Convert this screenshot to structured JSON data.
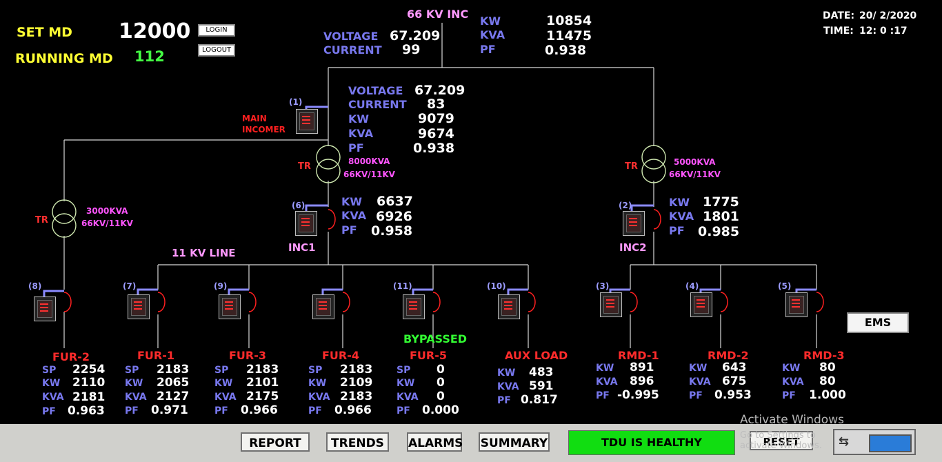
{
  "header": {
    "set_md_label": "SET MD",
    "set_md_value": "12000",
    "running_md_label": "RUNNING MD",
    "running_md_value": "112",
    "login_label": "LOGIN",
    "logout_label": "LOGOUT",
    "date_label": "DATE:",
    "date_value": "20/ 2/2020",
    "time_label": "TIME:",
    "time_value": "12:  0 :17"
  },
  "main_bus": {
    "title": "66 KV INC",
    "voltage_label": "VOLTAGE",
    "voltage": "67.209",
    "current_label": "CURRENT",
    "current": "99",
    "kw_label": "KW",
    "kw": "10854",
    "kva_label": "KVA",
    "kva": "11475",
    "pf_label": "PF",
    "pf": "0.938"
  },
  "main_incomer": {
    "index": "(1)",
    "label": "MAIN\nINCOMER",
    "label_line1": "MAIN",
    "label_line2": "INCOMER",
    "voltage_label": "VOLTAGE",
    "voltage": "67.209",
    "current_label": "CURRENT",
    "current": "83",
    "kw_label": "KW",
    "kw": "9079",
    "kva_label": "KVA",
    "kva": "9674",
    "pf_label": "PF",
    "pf": "0.938"
  },
  "transformers": {
    "tr_label": "TR",
    "tr1_rating": "8000KVA",
    "tr1_ratio": "66KV/11KV",
    "tr2_rating": "5000KVA",
    "tr2_ratio": "66KV/11KV",
    "tr3_rating": "3000KVA",
    "tr3_ratio": "66KV/11KV"
  },
  "inc1": {
    "index": "(6)",
    "name": "INC1",
    "kw_label": "KW",
    "kw": "6637",
    "kva_label": "KVA",
    "kva": "6926",
    "pf_label": "PF",
    "pf": "0.958"
  },
  "inc2": {
    "index": "(2)",
    "name": "INC2",
    "kw_label": "KW",
    "kw": "1775",
    "kva_label": "KVA",
    "kva": "1801",
    "pf_label": "PF",
    "pf": "0.985"
  },
  "line_label": "11 KV LINE",
  "bypassed_label": "BYPASSED",
  "feeders": {
    "fur2": {
      "index": "(8)",
      "name": "FUR-2",
      "sp": "2254",
      "kw": "2110",
      "kva": "2181",
      "pf": "0.963"
    },
    "fur1": {
      "index": "(7)",
      "name": "FUR-1",
      "sp": "2183",
      "kw": "2065",
      "kva": "2127",
      "pf": "0.971"
    },
    "fur3": {
      "index": "(9)",
      "name": "FUR-3",
      "sp": "2183",
      "kw": "2101",
      "kva": "2175",
      "pf": "0.966"
    },
    "fur4": {
      "index": "",
      "name": "FUR-4",
      "sp": "2183",
      "kw": "2109",
      "kva": "2183",
      "pf": "0.966"
    },
    "fur5": {
      "index": "(11)",
      "name": "FUR-5",
      "sp": "0",
      "kw": "0",
      "kva": "0",
      "pf": "0.000"
    },
    "aux": {
      "index": "(10)",
      "name": "AUX LOAD",
      "kw": "483",
      "kva": "591",
      "pf": "0.817"
    },
    "rmd1": {
      "index": "(3)",
      "name": "RMD-1",
      "kw": "891",
      "kva": "896",
      "pf": "-0.995"
    },
    "rmd2": {
      "index": "(4)",
      "name": "RMD-2",
      "kw": "643",
      "kva": "675",
      "pf": "0.953"
    },
    "rmd3": {
      "index": "(5)",
      "name": "RMD-3",
      "kw": "80",
      "kva": "80",
      "pf": "1.000"
    }
  },
  "feeder_labels": {
    "sp": "SP",
    "kw": "KW",
    "kva": "KVA",
    "pf": "PF"
  },
  "buttons": {
    "ems": "EMS",
    "report": "REPORT",
    "trends": "TRENDS",
    "alarms": "ALARMS",
    "summary": "SUMMARY",
    "reset": "RESET"
  },
  "status_text": "TDU IS HEALTHY",
  "watermark": {
    "line1": "Activate Windows",
    "line2": "Go to Settings to activate Windows."
  },
  "colors": {
    "background": "#000000",
    "label": "#7878ee",
    "feeder_name": "#ff2b2b",
    "status_ok": "#11dd11",
    "bypassed": "#33ff33",
    "header_yellow": "#ffff33"
  }
}
